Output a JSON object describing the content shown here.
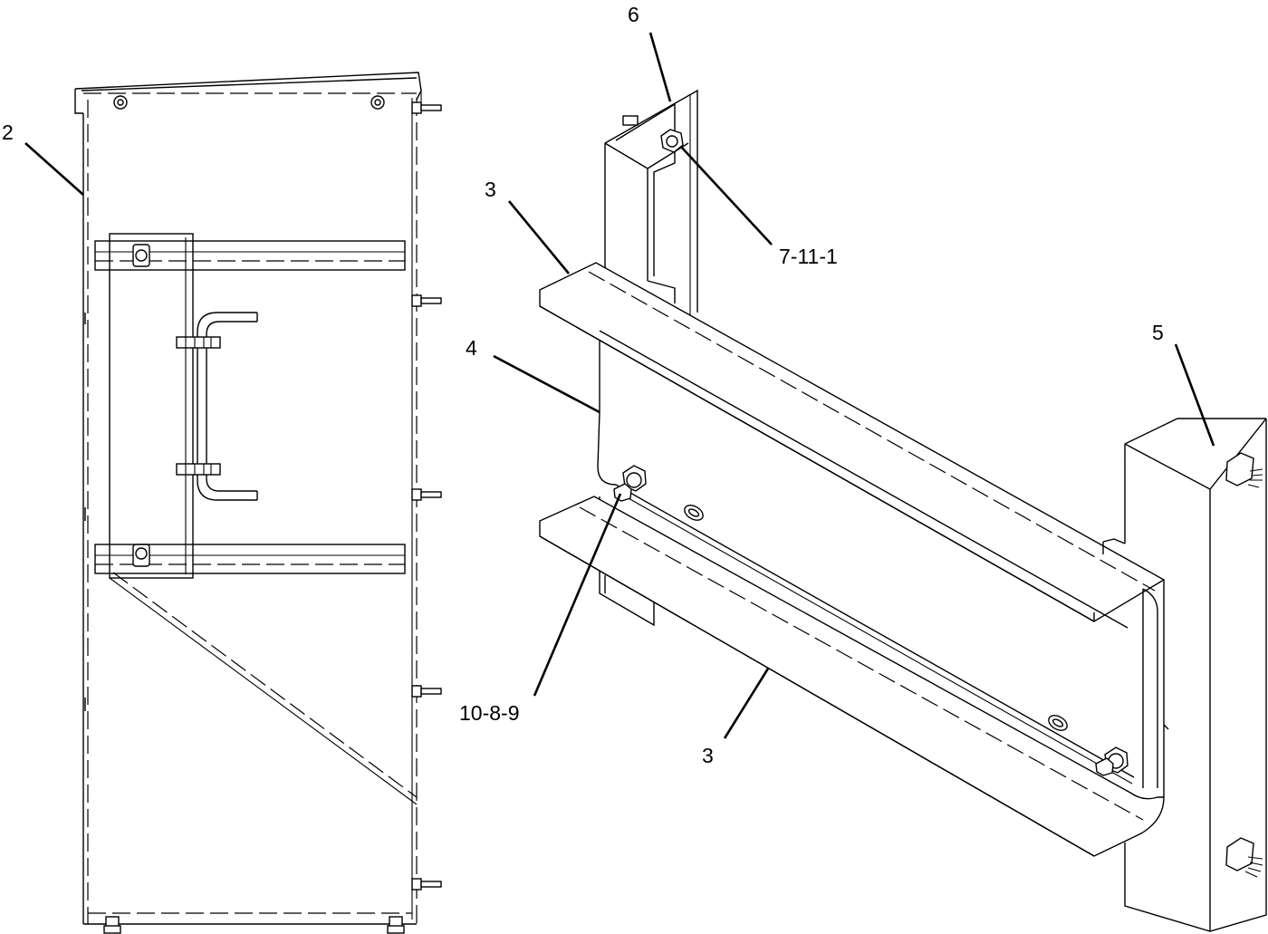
{
  "callouts": {
    "c2": "2",
    "c3_top": "3",
    "c3_bottom": "3",
    "c4": "4",
    "c5": "5",
    "c6": "6",
    "c7_11_1": "7-11-1",
    "c10_8_9": "10-8-9"
  },
  "colors": {
    "line": "#000000",
    "background": "#ffffff"
  },
  "icons": [
    "nut-icon",
    "bolt-icon",
    "stud-icon"
  ]
}
